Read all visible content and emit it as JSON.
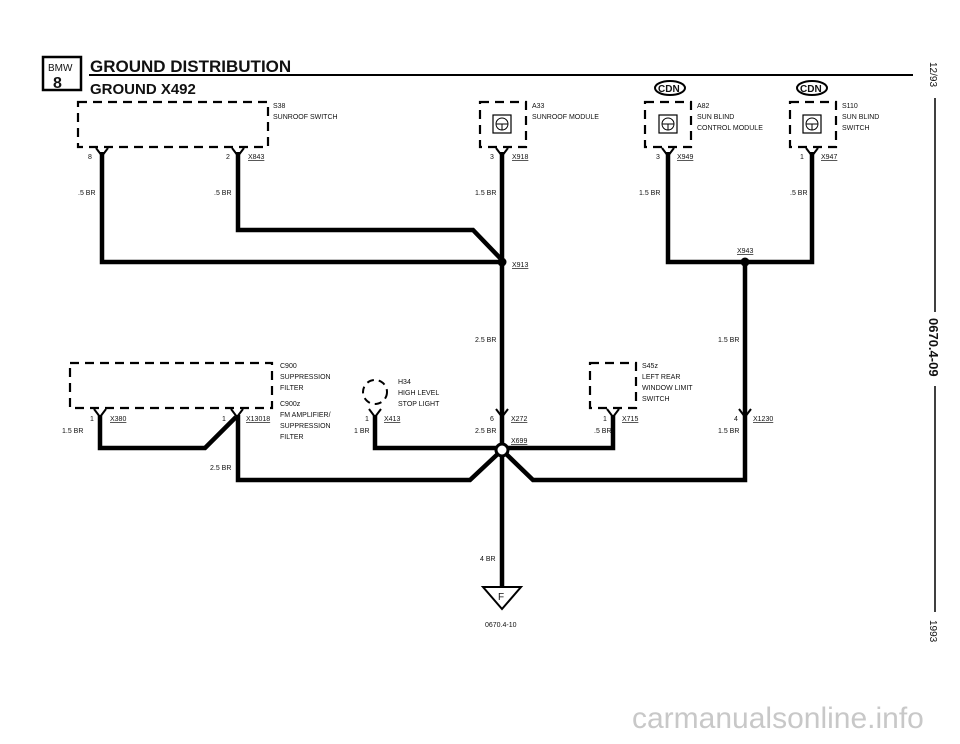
{
  "header": {
    "logo_top": "BMW",
    "logo_bottom": "8",
    "title": "GROUND DISTRIBUTION",
    "subtitle": "GROUND X492"
  },
  "margin": {
    "date": "12/93",
    "page": "0670.4-09",
    "year": "1993"
  },
  "components": {
    "s38": {
      "id": "S38",
      "name": "SUNROOF SWITCH"
    },
    "a33": {
      "id": "A33",
      "name": "SUNROOF MODULE"
    },
    "a82": {
      "id": "A82",
      "name1": "SUN BLIND",
      "name2": "CONTROL MODULE",
      "badge": "CDN"
    },
    "s110": {
      "id": "S110",
      "name1": "SUN BLIND",
      "name2": "SWITCH",
      "badge": "CDN"
    },
    "c900": {
      "id": "C900",
      "name1": "SUPPRESSION",
      "name2": "FILTER",
      "id2": "C900z",
      "name3": "FM AMPLIFIER/",
      "name4": "SUPPRESSION",
      "name5": "FILTER"
    },
    "h34": {
      "id": "H34",
      "name1": "HIGH LEVEL",
      "name2": "STOP LIGHT"
    },
    "s45z": {
      "id": "S45z",
      "name1": "LEFT REAR",
      "name2": "WINDOW LIMIT",
      "name3": "SWITCH"
    }
  },
  "pins": {
    "s38_a": "8",
    "s38_b": "2",
    "s38_conn": "X843",
    "a33": "3",
    "a33_conn": "X918",
    "a82": "3",
    "a82_conn": "X949",
    "s110": "1",
    "s110_conn": "X947",
    "c900_a": "1",
    "c900_a_conn": "X380",
    "c900_b": "1",
    "c900_b_conn": "X13018",
    "h34": "1",
    "h34_conn": "X413",
    "main": "6",
    "main_conn": "X272",
    "s45z": "1",
    "s45z_conn": "X715",
    "right": "4",
    "right_conn": "X1230"
  },
  "splices": {
    "x913": "X913",
    "x943": "X943",
    "x699": "X699"
  },
  "wires": {
    "s38_a": ".5 BR",
    "s38_b": ".5 BR",
    "a33": "1.5 BR",
    "a82": "1.5 BR",
    "s110": ".5 BR",
    "trunk_upper": "2.5 BR",
    "right_upper": "1.5 BR",
    "x380": "1.5 BR",
    "x413": "1 BR",
    "x272": "2.5 BR",
    "x715": ".5 BR",
    "x1230": "1.5 BR",
    "x13018": "2.5 BR",
    "ground": "4 BR"
  },
  "ground": {
    "symbol": "F",
    "ref": "0670.4-10"
  },
  "watermark": "carmanualsonline.info"
}
